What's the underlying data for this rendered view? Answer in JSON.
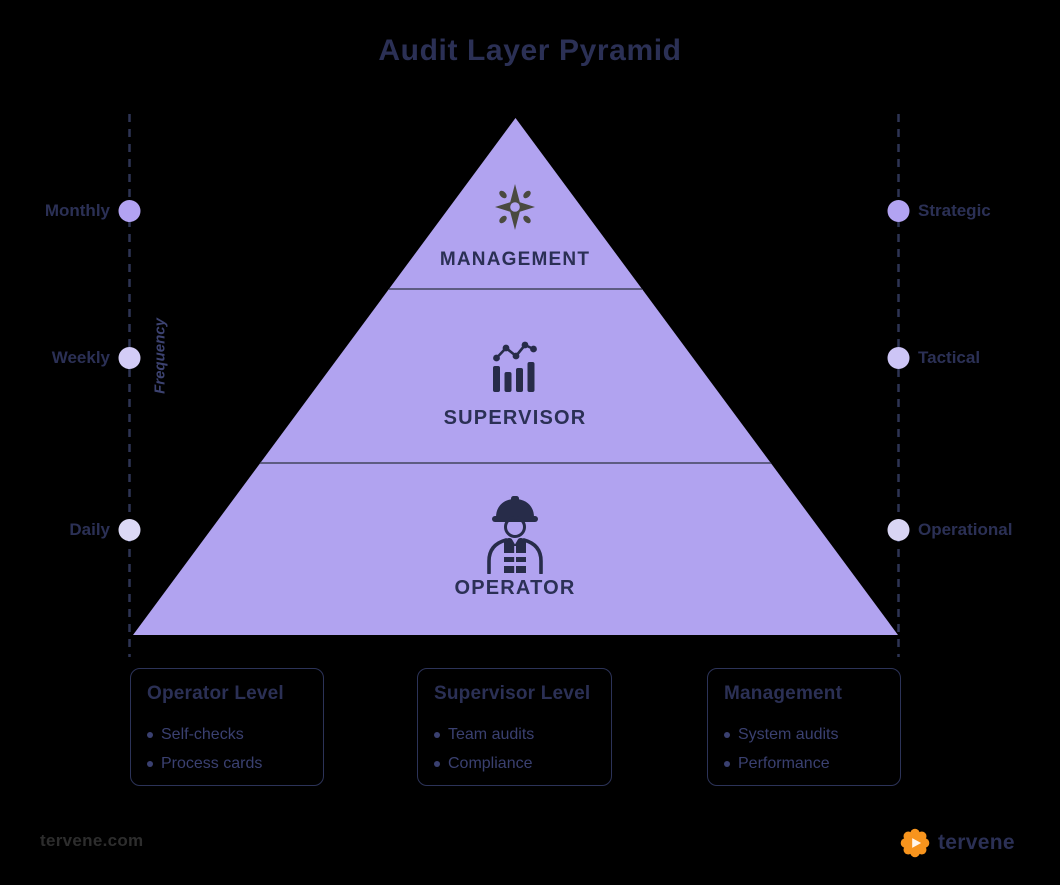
{
  "title": "Audit Layer Pyramid",
  "frequency_axis": {
    "axis_label": "Frequency",
    "ticks": [
      {
        "label": "Monthly",
        "dot_color": "#b2a3f2"
      },
      {
        "label": "Weekly",
        "dot_color": "#d3ccf6"
      },
      {
        "label": "Daily",
        "dot_color": "#dbd8f5"
      }
    ]
  },
  "scope_axis": {
    "ticks": [
      {
        "label": "Strategic",
        "dot_color": "#b2a3f2"
      },
      {
        "label": "Tactical",
        "dot_color": "#cdc5f6"
      },
      {
        "label": "Operational",
        "dot_color": "#d9d5f4"
      }
    ]
  },
  "pyramid": {
    "levels": [
      {
        "label": "MANAGEMENT",
        "icon": "compass-star-icon"
      },
      {
        "label": "SUPERVISOR",
        "icon": "bar-chart-icon"
      },
      {
        "label": "OPERATOR",
        "icon": "construction-worker-icon"
      }
    ]
  },
  "legend_cards": [
    {
      "heading": "Operator Level",
      "items": [
        "Self-checks",
        "Process cards"
      ]
    },
    {
      "heading": "Supervisor Level",
      "items": [
        "Team audits",
        "Compliance"
      ]
    },
    {
      "heading": "Management",
      "items": [
        "System audits",
        "Performance"
      ]
    }
  ],
  "footer": {
    "website": "tervene.com",
    "brand": "tervene"
  },
  "colors": {
    "background": "#000000",
    "pyramid_fill": "#b1a3f0",
    "navy_text": "#2b3055",
    "divider_line": "#43445e",
    "dashed_line": "#2e3454",
    "icon_dark": "#272c49",
    "compass_icon": "#4a4a40",
    "brand_orange": "#f7941d"
  }
}
